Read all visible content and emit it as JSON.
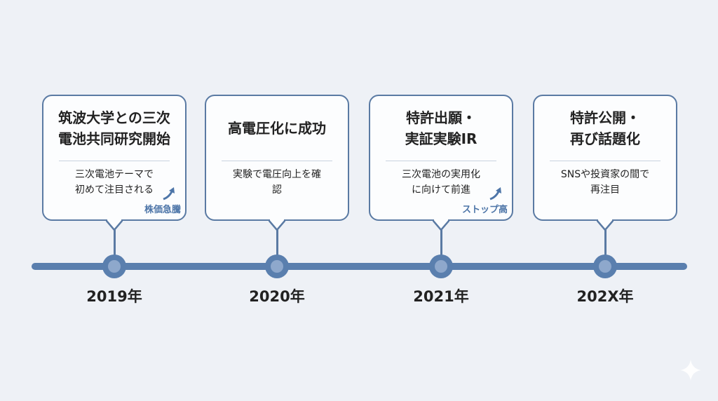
{
  "events": [
    {
      "title": "筑波大学との三次\n電池共同研究開始",
      "description": "三次電池テーマで\n初めて注目される",
      "tag": "株価急騰",
      "year": "2019年"
    },
    {
      "title": "高電圧化に成功",
      "description": "実験で電圧向上を確\n認",
      "tag": "",
      "year": "2020年"
    },
    {
      "title": "特許出願・\n実証実験IR",
      "description": "三次電池の実用化\nに向けて前進",
      "tag": "ストップ高",
      "year": "2021年"
    },
    {
      "title": "特許公開・\n再び話題化",
      "description": "SNSや投資家の間で\n再注目",
      "tag": "",
      "year": "202X年"
    }
  ],
  "colors": {
    "accent": "#5a7fae",
    "background": "#eef1f6"
  }
}
